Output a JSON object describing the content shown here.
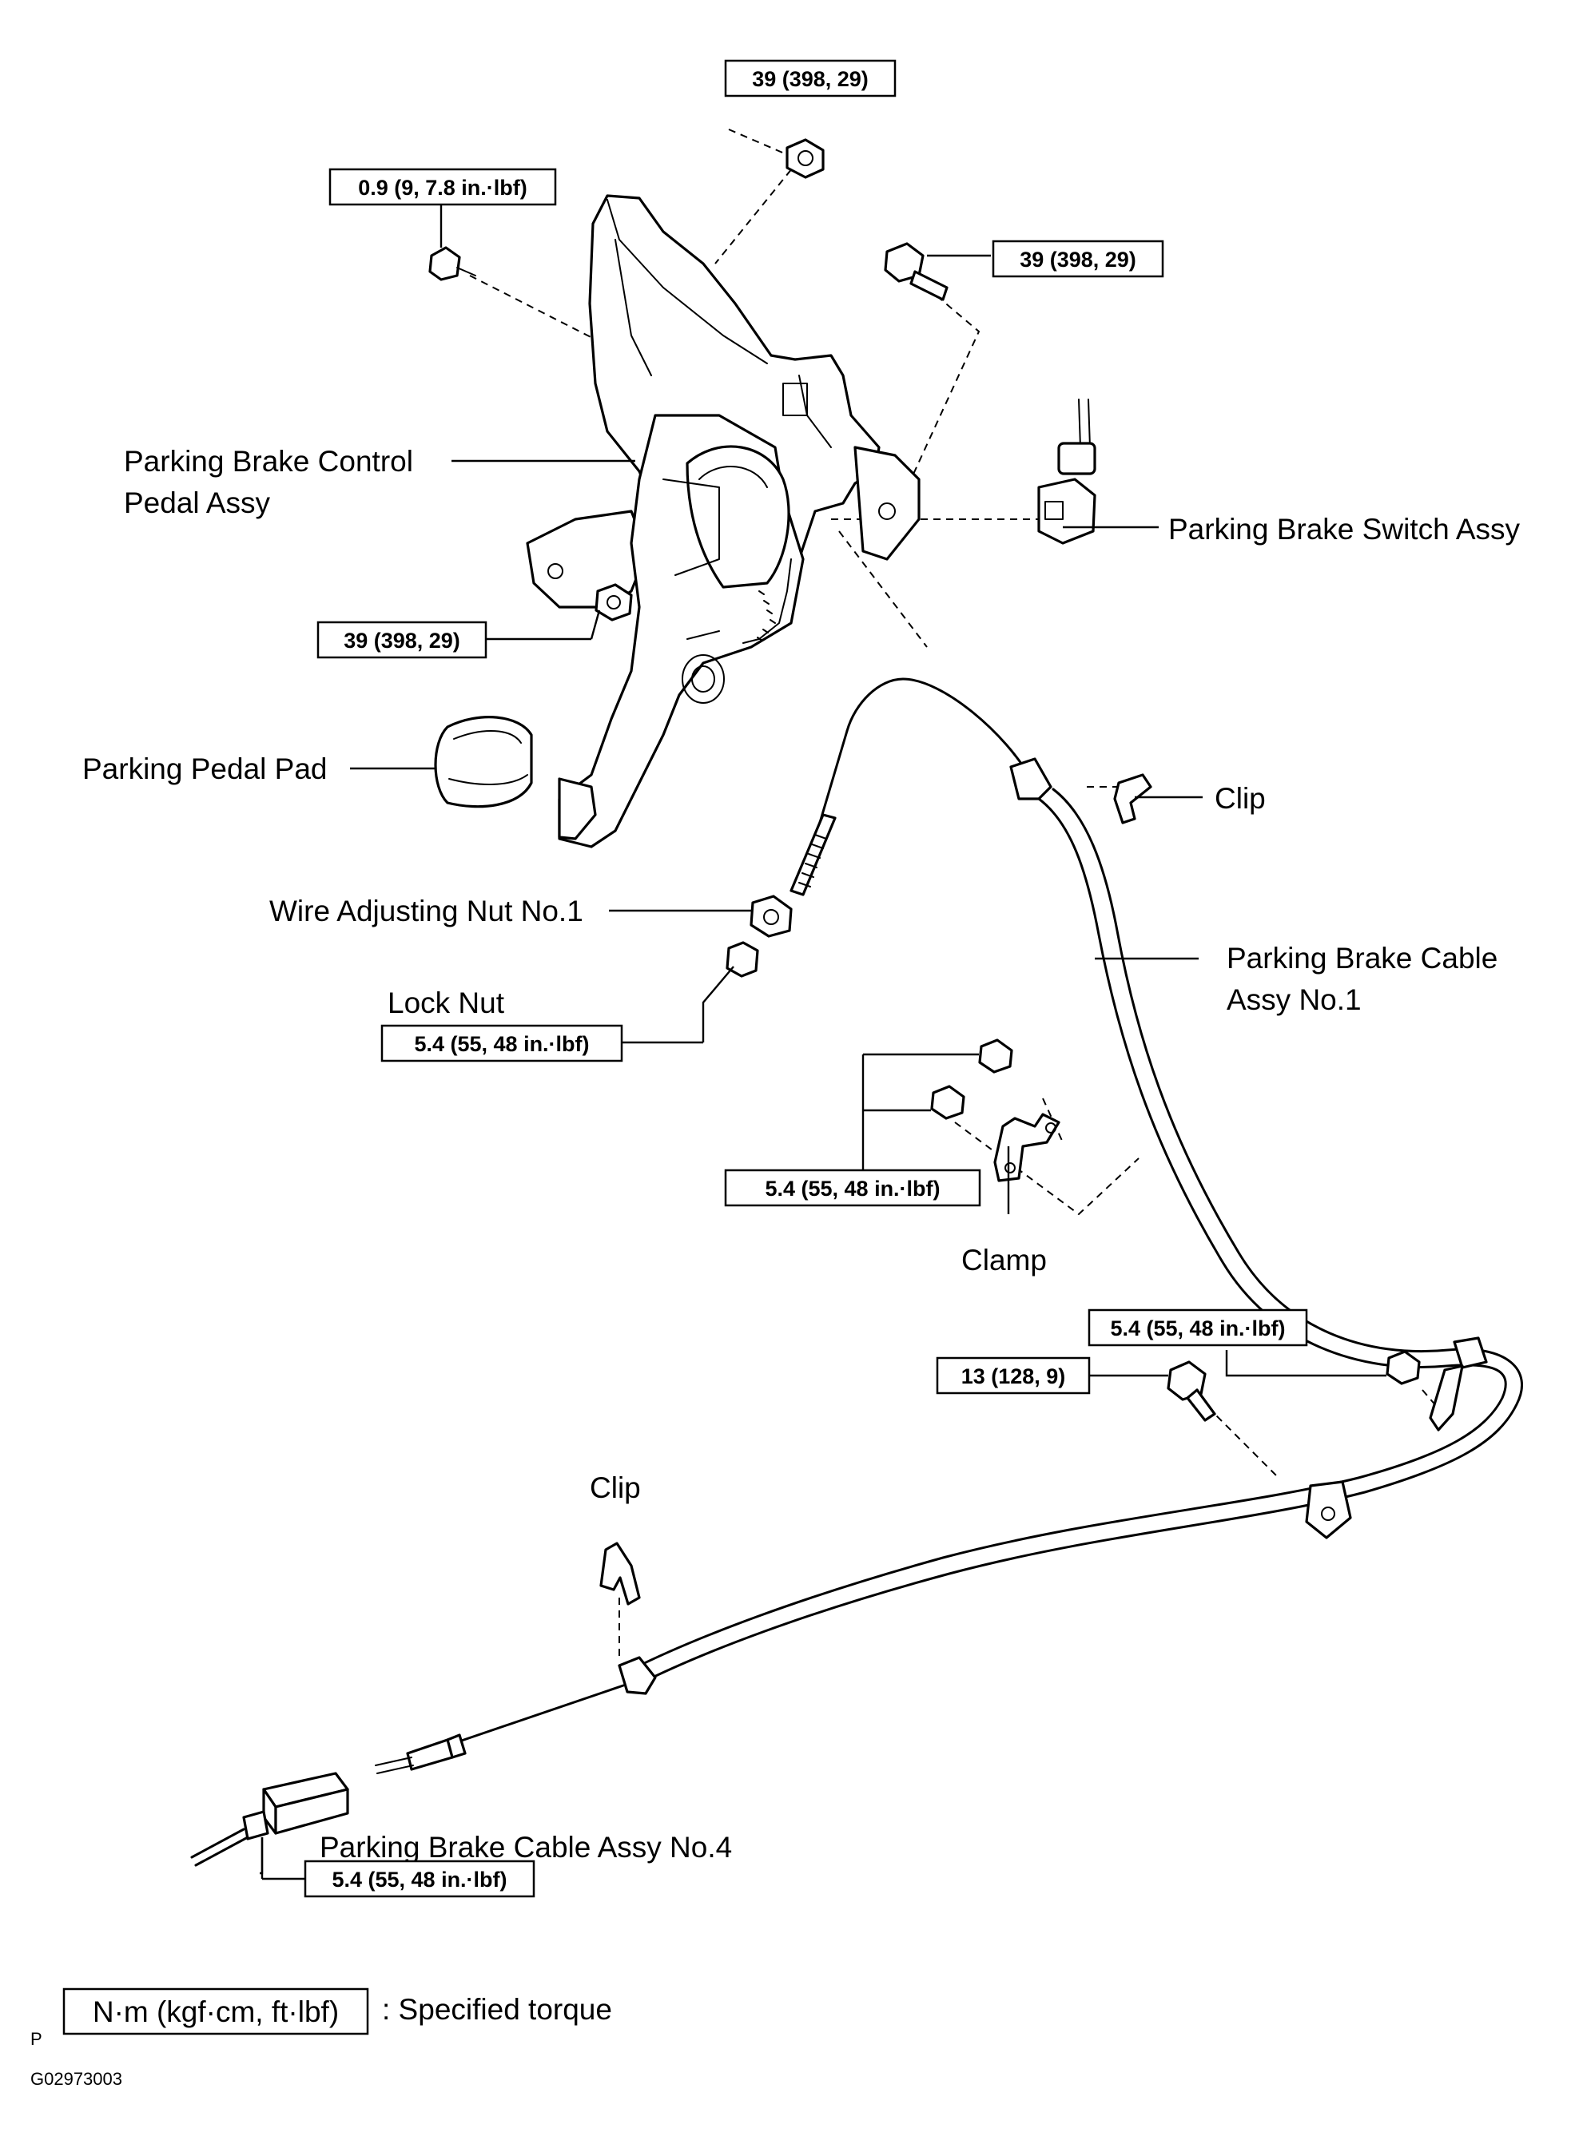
{
  "labels": {
    "control_pedal_line1": "Parking Brake Control",
    "control_pedal_line2": "Pedal Assy",
    "switch": "Parking Brake Switch Assy",
    "pedal_pad": "Parking Pedal Pad",
    "clip_upper": "Clip",
    "adjusting_nut": "Wire Adjusting Nut No.1",
    "lock_nut": "Lock Nut",
    "cable1_line1": "Parking Brake Cable",
    "cable1_line2": "Assy No.1",
    "clamp": "Clamp",
    "clip_lower": "Clip",
    "cable4": "Parking Brake Cable Assy No.4"
  },
  "torques": {
    "top_nut": "39 (398, 29)",
    "upper_left_bolt": "0.9 (9, 7.8 in.·lbf)",
    "upper_right_bolt": "39 (398, 29)",
    "left_nut": "39 (398, 29)",
    "lock_nut": "5.4 (55, 48 in.·lbf)",
    "clamp_nuts": "5.4 (55, 48 in.·lbf)",
    "right_nut": "5.4 (55, 48 in.·lbf)",
    "right_bolt": "13 (128, 9)",
    "cable4": "5.4 (55, 48 in.·lbf)"
  },
  "legend": {
    "unit_box": "N·m (kgf·cm, ft·lbf)",
    "text": ": Specified torque"
  },
  "footer": {
    "letter": "P",
    "code": "G02973003"
  }
}
